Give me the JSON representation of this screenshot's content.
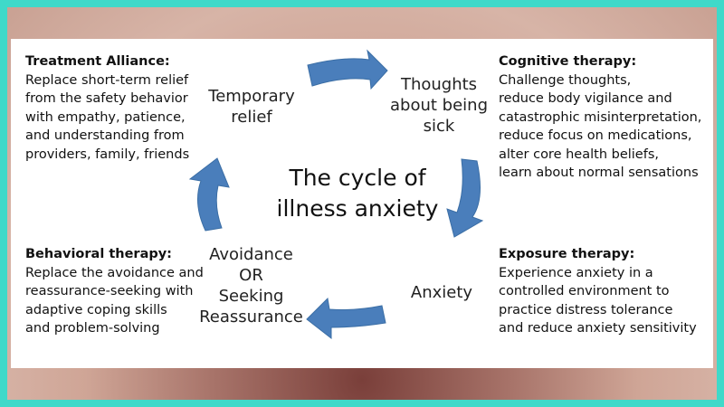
{
  "center_title": "The cycle of\nillness anxiety",
  "nodes": {
    "thoughts": "Thoughts\nabout being\nsick",
    "anxiety": "Anxiety",
    "avoidance": "Avoidance\nOR\nSeeking\nReassurance",
    "relief": "Temporary\nrelief"
  },
  "therapies": {
    "treatment_alliance": {
      "title": "Treatment Alliance:",
      "text": "Replace short-term relief\nfrom the safety behavior\nwith empathy, patience,\nand understanding from\nproviders, family, friends"
    },
    "cognitive": {
      "title": "Cognitive therapy:",
      "text": "Challenge thoughts,\nreduce body vigilance and\ncatastrophic misinterpretation,\nreduce focus on medications,\nalter core health beliefs,\nlearn about normal sensations"
    },
    "behavioral": {
      "title": "Behavioral therapy:",
      "text": "Replace the avoidance and\nreassurance-seeking with\nadaptive coping skills\nand problem-solving"
    },
    "exposure": {
      "title": "Exposure therapy:",
      "text": "Experience anxiety in a\ncontrolled environment to\npractice distress tolerance\nand reduce anxiety sensitivity"
    }
  },
  "colors": {
    "arrow": "#4a7ebb",
    "frame": "#3fd9c9"
  }
}
